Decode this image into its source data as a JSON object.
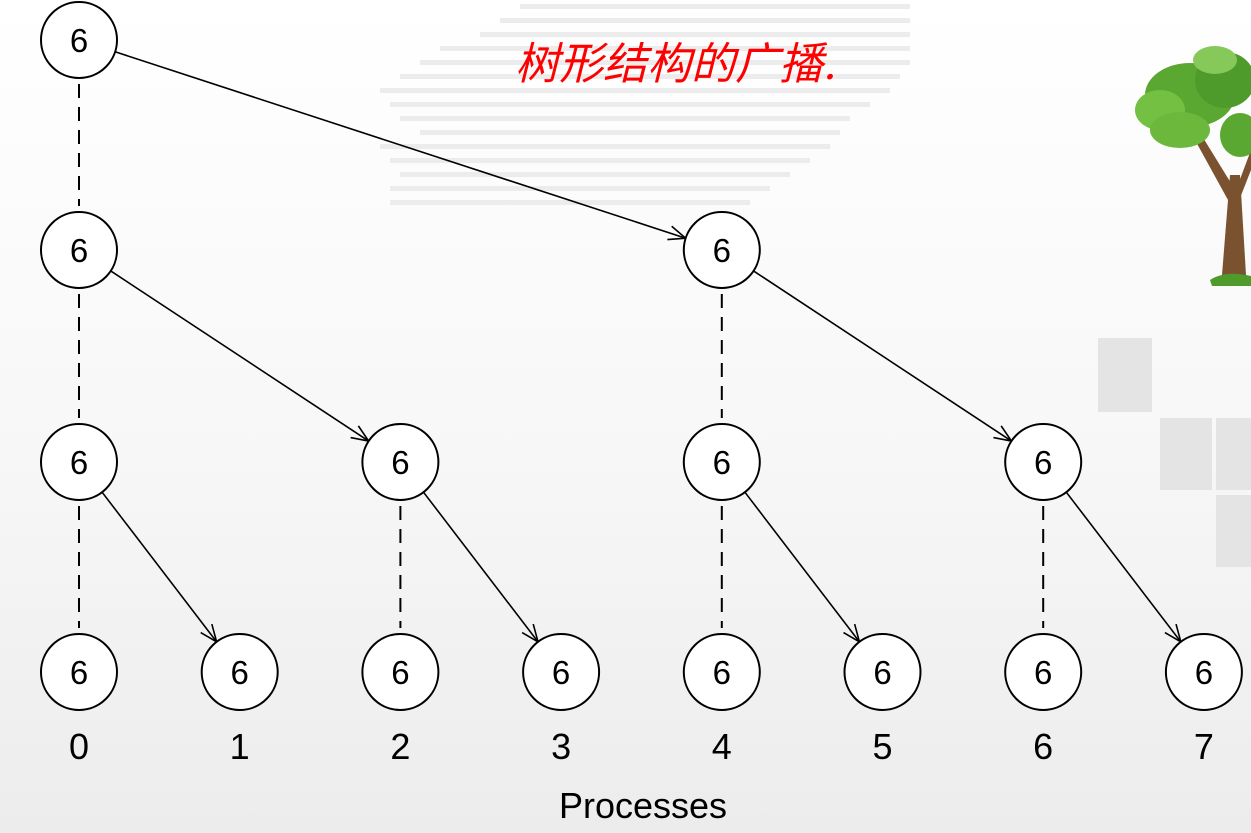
{
  "title": "树形结构的广播.",
  "axis_title": "Processes",
  "colors": {
    "title": "#ff0000",
    "node_stroke": "#000000",
    "foliage": "#5aa832",
    "trunk": "#7a5230"
  },
  "process_labels": [
    "0",
    "1",
    "2",
    "3",
    "4",
    "5",
    "6",
    "7"
  ],
  "levels": [
    {
      "stage": 0,
      "nodes": [
        {
          "process": 0,
          "value": "6"
        }
      ]
    },
    {
      "stage": 1,
      "nodes": [
        {
          "process": 0,
          "value": "6"
        },
        {
          "process": 4,
          "value": "6"
        }
      ]
    },
    {
      "stage": 2,
      "nodes": [
        {
          "process": 0,
          "value": "6"
        },
        {
          "process": 2,
          "value": "6"
        },
        {
          "process": 4,
          "value": "6"
        },
        {
          "process": 6,
          "value": "6"
        }
      ]
    },
    {
      "stage": 3,
      "nodes": [
        {
          "process": 0,
          "value": "6"
        },
        {
          "process": 1,
          "value": "6"
        },
        {
          "process": 2,
          "value": "6"
        },
        {
          "process": 3,
          "value": "6"
        },
        {
          "process": 4,
          "value": "6"
        },
        {
          "process": 5,
          "value": "6"
        },
        {
          "process": 6,
          "value": "6"
        },
        {
          "process": 7,
          "value": "6"
        }
      ]
    }
  ],
  "sends": [
    {
      "from_stage": 0,
      "from_process": 0,
      "to_process": 4
    },
    {
      "from_stage": 1,
      "from_process": 0,
      "to_process": 2
    },
    {
      "from_stage": 1,
      "from_process": 4,
      "to_process": 6
    },
    {
      "from_stage": 2,
      "from_process": 0,
      "to_process": 1
    },
    {
      "from_stage": 2,
      "from_process": 2,
      "to_process": 3
    },
    {
      "from_stage": 2,
      "from_process": 4,
      "to_process": 5
    },
    {
      "from_stage": 2,
      "from_process": 6,
      "to_process": 7
    }
  ],
  "icons": {
    "decoration": "tree-icon"
  }
}
